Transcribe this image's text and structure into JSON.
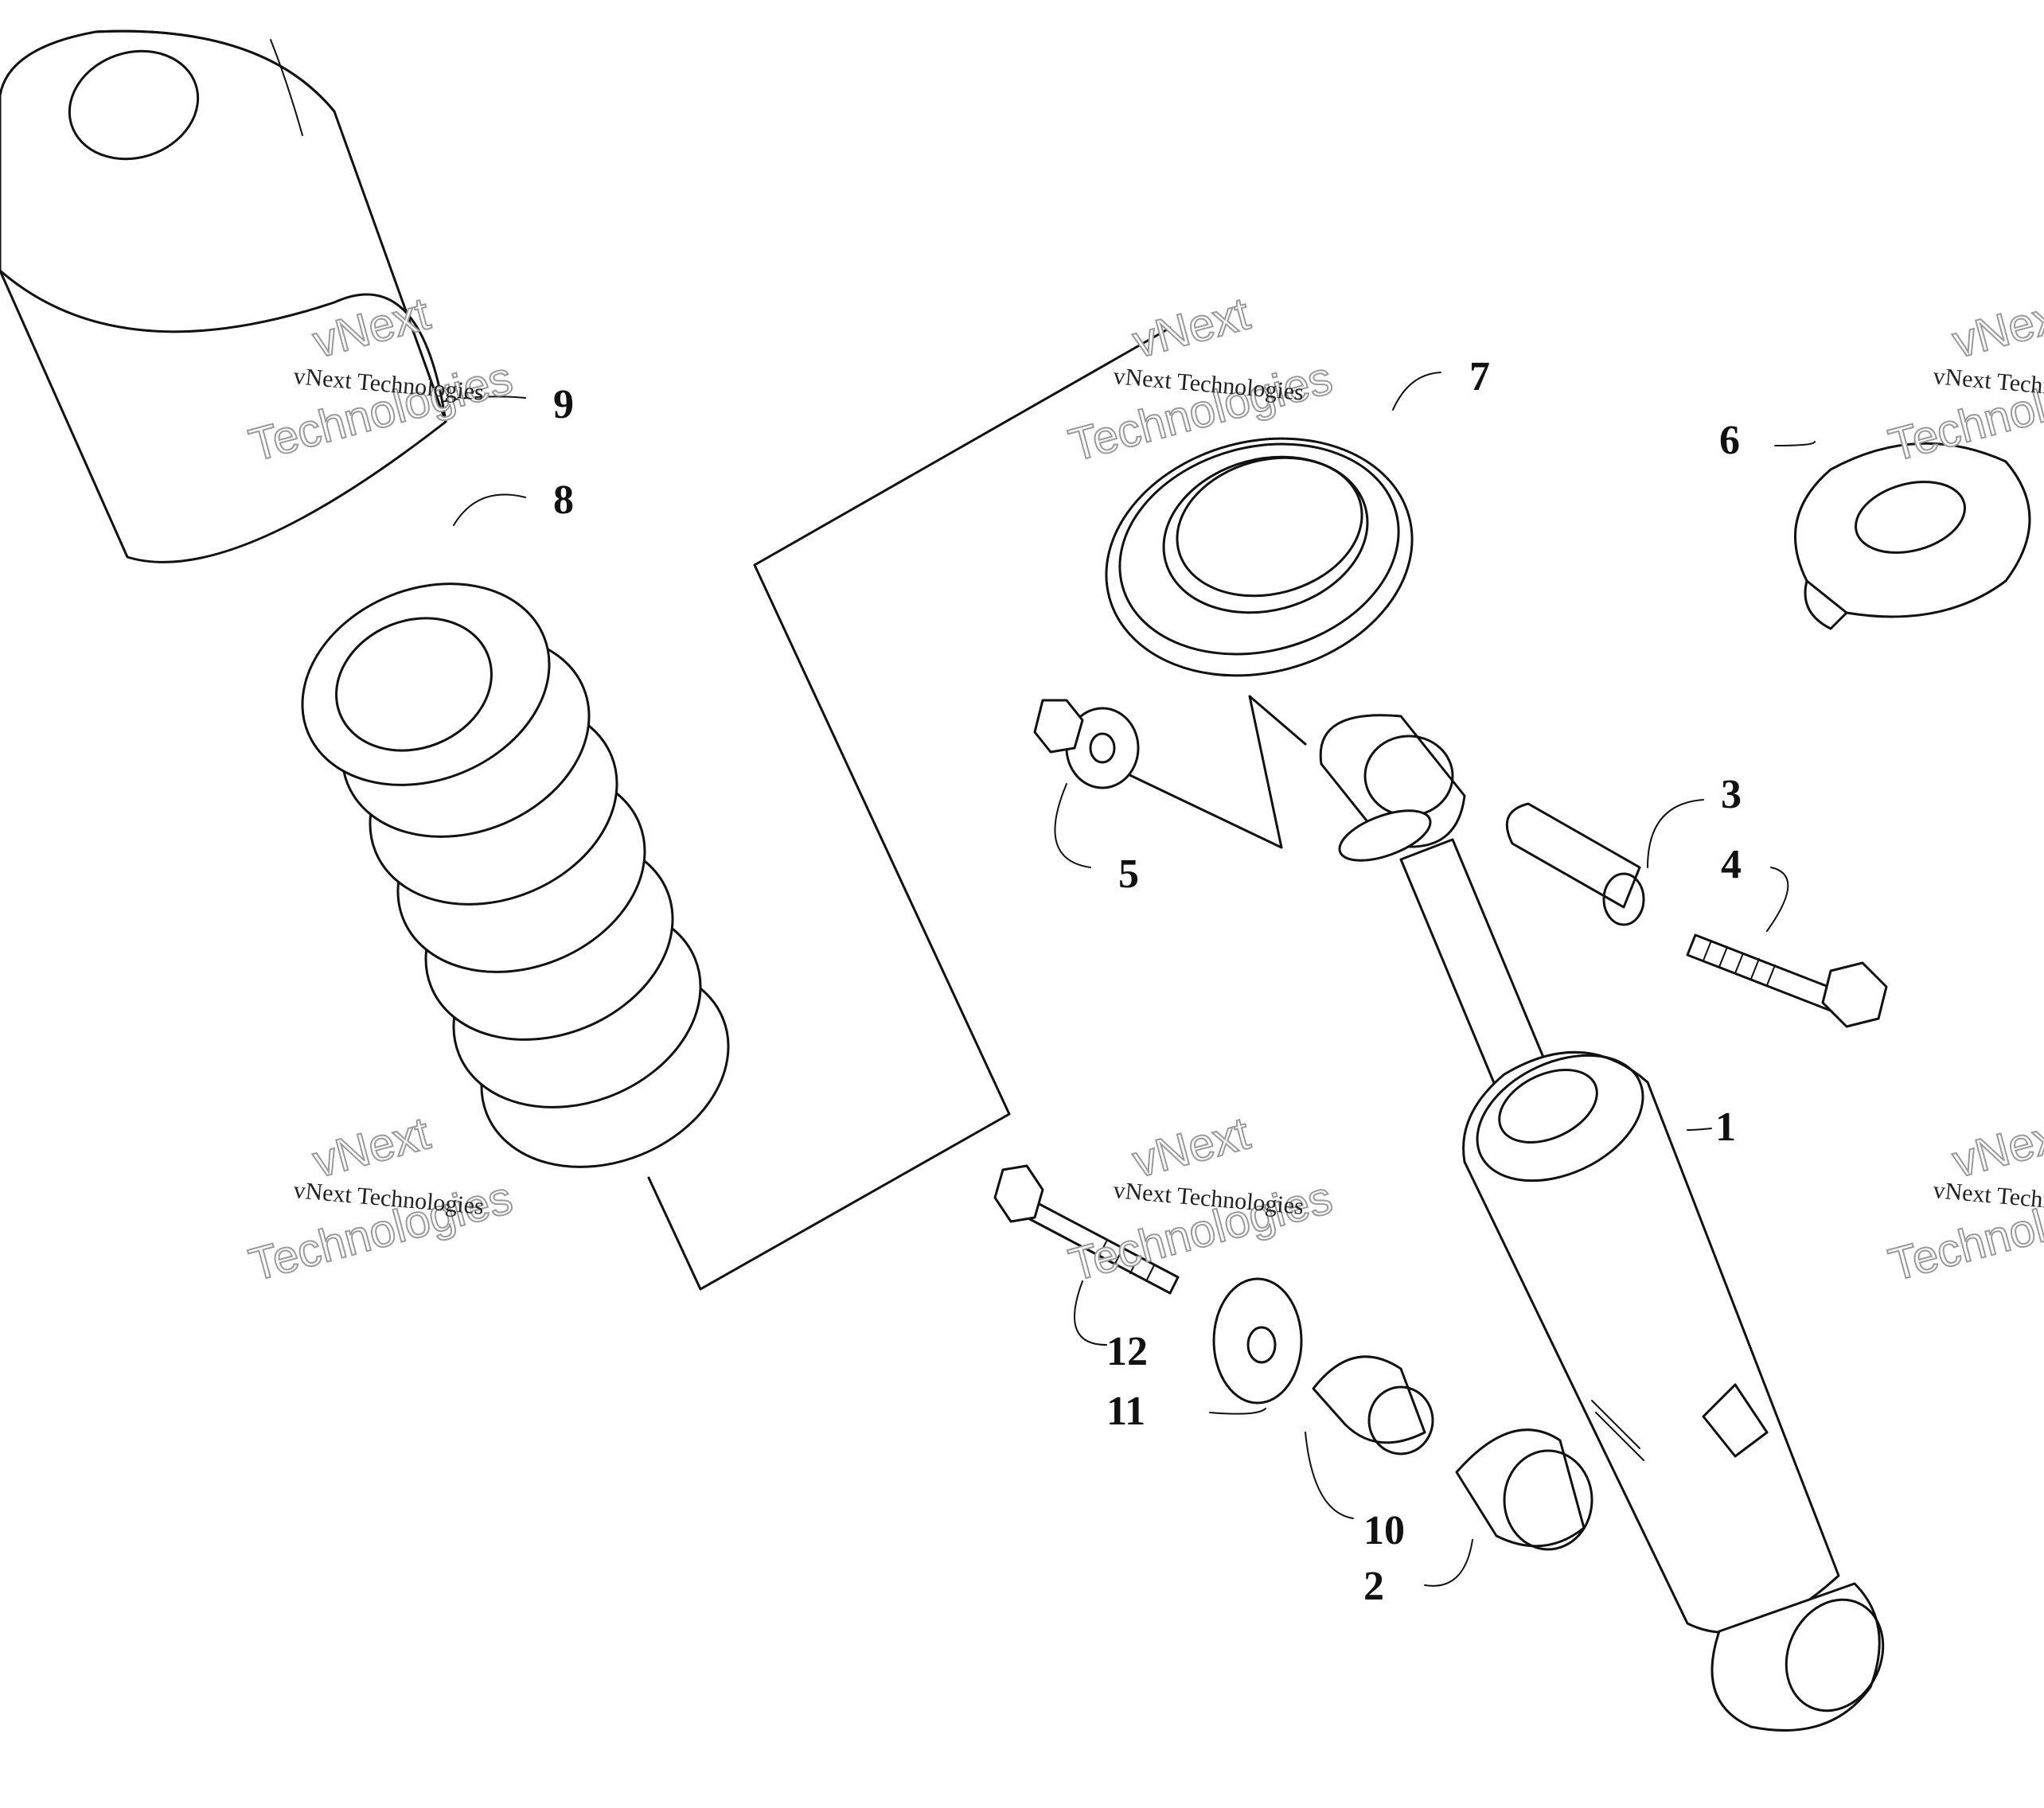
{
  "callouts": [
    {
      "id": "1",
      "label": "1"
    },
    {
      "id": "2",
      "label": "2"
    },
    {
      "id": "3",
      "label": "3"
    },
    {
      "id": "4",
      "label": "4"
    },
    {
      "id": "5",
      "label": "5"
    },
    {
      "id": "6",
      "label": "6"
    },
    {
      "id": "7",
      "label": "7"
    },
    {
      "id": "8",
      "label": "8"
    },
    {
      "id": "9",
      "label": "9"
    },
    {
      "id": "10",
      "label": "10"
    },
    {
      "id": "11",
      "label": "11"
    },
    {
      "id": "12",
      "label": "12"
    }
  ],
  "watermark": {
    "brand": "vNext Technologies",
    "word1": "vNext",
    "word2": "Technologies"
  },
  "colors": {
    "line": "#111111",
    "background": "#ffffff",
    "watermark": "#9a9a9a"
  }
}
